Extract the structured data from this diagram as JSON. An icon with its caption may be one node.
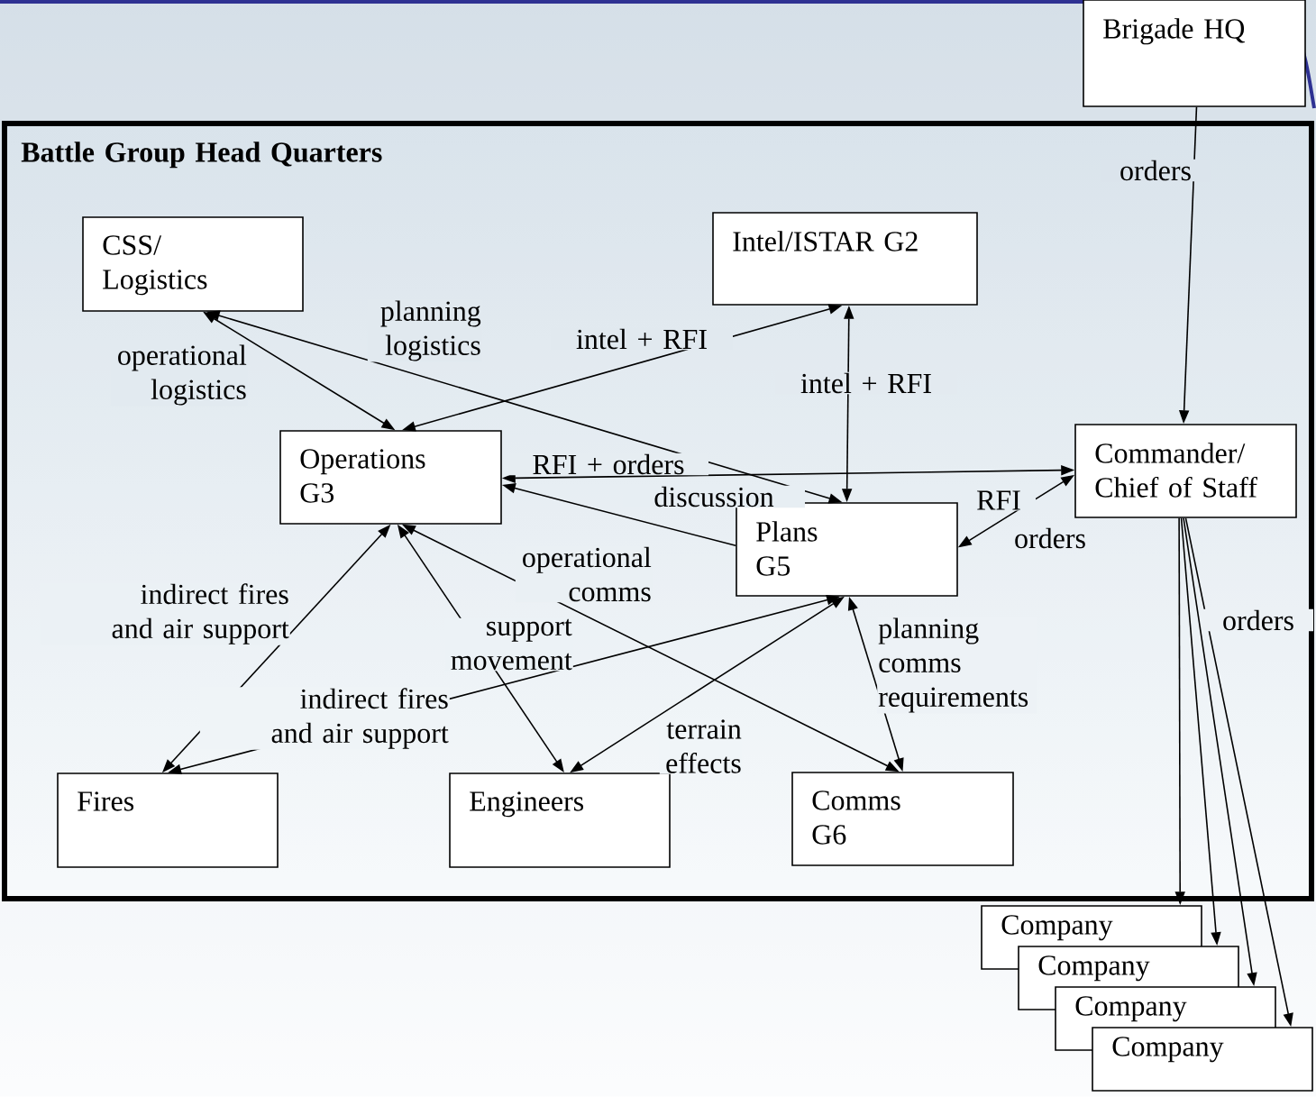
{
  "diagram": {
    "nodes": [
      {
        "text": [
          "Brigade HQ"
        ]
      },
      {
        "text": [
          "Battle Group Head Quarters"
        ]
      },
      {
        "text": [
          "CSS/ Logistics"
        ],
        "in": 1
      },
      {
        "text": [
          "Intel/ISTAR G2"
        ],
        "in": 1
      },
      {
        "text": [
          "Operations G3"
        ],
        "in": 1
      },
      {
        "text": [
          "Commander/ Chief of Staff"
        ],
        "in": 1
      },
      {
        "text": [
          "Plans G5"
        ],
        "in": 1
      },
      {
        "text": [
          "Fires"
        ],
        "in": 1
      },
      {
        "text": [
          "Engineers"
        ],
        "in": 1
      },
      {
        "text": [
          "Comms G6"
        ],
        "in": 1
      },
      {
        "text": [
          "Company"
        ]
      },
      {
        "text": [
          "Company"
        ]
      },
      {
        "text": [
          "Company"
        ]
      },
      {
        "text": [
          "Company"
        ]
      }
    ],
    "edges": [
      {
        "from": 0,
        "to": 5,
        "arrow": "to",
        "label": "orders"
      },
      {
        "from": 2,
        "to": 4,
        "arrow": "both",
        "label": "operational logistics"
      },
      {
        "from": 2,
        "to": 6,
        "arrow": "both",
        "label": "planning logistics"
      },
      {
        "from": 3,
        "to": 4,
        "arrow": "both",
        "label": "intel + RFI"
      },
      {
        "from": 3,
        "to": 6,
        "arrow": "both",
        "label": "intel + RFI"
      },
      {
        "from": 4,
        "to": 5,
        "arrow": "both",
        "label": "RFI + orders"
      },
      {
        "from": 6,
        "to": 4,
        "arrow": "to",
        "label": "discussion"
      },
      {
        "from": 5,
        "to": 6,
        "arrow": "both",
        "label": "RFI"
      },
      {
        "from": 4,
        "to": 7,
        "arrow": "both",
        "label": "indirect fires and air support"
      },
      {
        "from": 4,
        "to": 8,
        "arrow": "both",
        "label": "support movement"
      },
      {
        "from": 4,
        "to": 9,
        "arrow": "both",
        "label": "operational comms"
      },
      {
        "from": 6,
        "to": 7,
        "arrow": "both",
        "label": "indirect fires and air support"
      },
      {
        "from": 6,
        "to": 8,
        "arrow": "both",
        "label": "terrain effects"
      },
      {
        "from": 6,
        "to": 9,
        "arrow": "both",
        "label": "planning comms requirements"
      },
      {
        "from": 5,
        "to": 10,
        "arrow": "to"
      },
      {
        "from": 5,
        "to": 11,
        "arrow": "to"
      },
      {
        "from": 5,
        "to": 12,
        "arrow": "to"
      },
      {
        "from": 5,
        "to": 13,
        "arrow": "to",
        "label": "orders"
      }
    ],
    "labels": [
      "orders"
    ]
  }
}
